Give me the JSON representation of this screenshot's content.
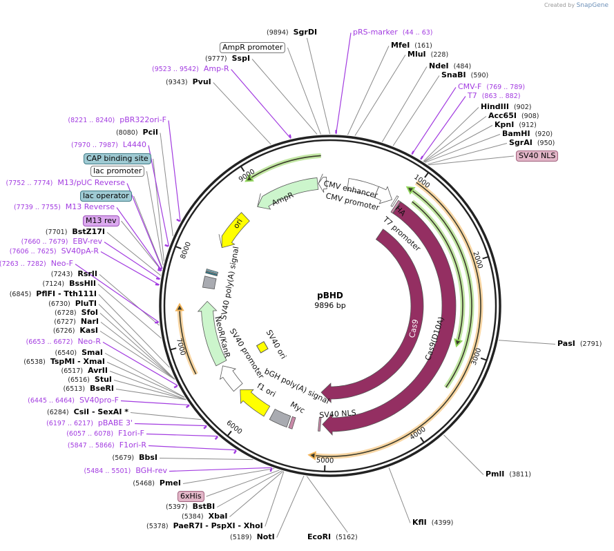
{
  "brand": {
    "created_by": "Created by",
    "name": "SnapGene"
  },
  "plasmid": {
    "name": "pBHD",
    "length_label": "9896 bp",
    "length": 9896
  },
  "ring_ticks": [
    1000,
    2000,
    3000,
    4000,
    5000,
    6000,
    7000,
    8000,
    9000
  ],
  "colors": {
    "primer": "#a23be0",
    "cas9": "#942f62",
    "orange": "#f2b45a",
    "green": "#8fd45a",
    "enzyme_line": "#888888"
  },
  "labels": [
    {
      "kind": "enzyme",
      "pos": "(9894)",
      "name": "SgrDI",
      "bp": 9894
    },
    {
      "kind": "primer",
      "pos": "(44 .. 63)",
      "name": "pRS-marker",
      "bp": 54
    },
    {
      "kind": "box",
      "style": "white",
      "name": "AmpR promoter",
      "bp": 9810
    },
    {
      "kind": "enzyme",
      "pos": "(9777)",
      "name": "SspI",
      "bp": 9777
    },
    {
      "kind": "enzyme",
      "pos": "(161)",
      "name": "MfeI",
      "bp": 161
    },
    {
      "kind": "enzyme",
      "pos": "(228)",
      "name": "MluI",
      "bp": 228
    },
    {
      "kind": "primer",
      "pos": "(9523 .. 9542)",
      "name": "Amp-R",
      "bp": 9532
    },
    {
      "kind": "enzyme",
      "pos": "(484)",
      "name": "NdeI",
      "bp": 484
    },
    {
      "kind": "enzyme",
      "pos": "(590)",
      "name": "SnaBI",
      "bp": 590
    },
    {
      "kind": "enzyme",
      "pos": "(9343)",
      "name": "PvuI",
      "bp": 9343
    },
    {
      "kind": "primer",
      "pos": "(769 .. 789)",
      "name": "CMV-F",
      "bp": 779
    },
    {
      "kind": "primer",
      "pos": "(863 .. 882)",
      "name": "T7",
      "bp": 872
    },
    {
      "kind": "enzyme",
      "pos": "(902)",
      "name": "HindIII",
      "bp": 902
    },
    {
      "kind": "enzyme",
      "pos": "(908)",
      "name": "Acc65I",
      "bp": 908
    },
    {
      "kind": "enzyme",
      "pos": "(912)",
      "name": "KpnI",
      "bp": 912
    },
    {
      "kind": "enzyme",
      "pos": "(920)",
      "name": "BamHI",
      "bp": 920
    },
    {
      "kind": "enzyme",
      "pos": "(950)",
      "name": "SgrAI",
      "bp": 950
    },
    {
      "kind": "box",
      "style": "pink",
      "name": "SV40 NLS",
      "bp": 960
    },
    {
      "kind": "enzyme",
      "pos": "(2791)",
      "name": "PasI",
      "bp": 2791
    },
    {
      "kind": "enzyme",
      "pos": "(3811)",
      "name": "PmlI",
      "bp": 3811
    },
    {
      "kind": "enzyme",
      "pos": "(4399)",
      "name": "KflI",
      "bp": 4399
    },
    {
      "kind": "enzyme",
      "pos": "(5162)",
      "name": "EcoRI",
      "bp": 5162
    },
    {
      "kind": "enzyme",
      "pos": "(5189)",
      "name": "NotI",
      "bp": 5189
    },
    {
      "kind": "enzyme",
      "pos": "(5378)",
      "name": "PaeR7I  - PspXI  - XhoI",
      "bp": 5378
    },
    {
      "kind": "enzyme",
      "pos": "(5384)",
      "name": "XbaI",
      "bp": 5384
    },
    {
      "kind": "enzyme",
      "pos": "(5397)",
      "name": "BstBI",
      "bp": 5397
    },
    {
      "kind": "box",
      "style": "pink",
      "name": "6xHis",
      "bp": 5420
    },
    {
      "kind": "enzyme",
      "pos": "(5468)",
      "name": "PmeI",
      "bp": 5468
    },
    {
      "kind": "primer",
      "pos": "(5484 .. 5501)",
      "name": "BGH-rev",
      "bp": 5492
    },
    {
      "kind": "enzyme",
      "pos": "(5679)",
      "name": "BbsI",
      "bp": 5679
    },
    {
      "kind": "primer",
      "pos": "(5847 .. 5866)",
      "name": "F1ori-R",
      "bp": 5856
    },
    {
      "kind": "primer",
      "pos": "(6057 .. 6078)",
      "name": "F1ori-F",
      "bp": 6067
    },
    {
      "kind": "primer",
      "pos": "(6197 .. 6217)",
      "name": "pBABE 3'",
      "bp": 6207
    },
    {
      "kind": "enzyme",
      "pos": "(6284)",
      "name": "CsiI  - SexAI *",
      "bp": 6284
    },
    {
      "kind": "primer",
      "pos": "(6445 .. 6464)",
      "name": "SV40pro-F",
      "bp": 6454
    },
    {
      "kind": "enzyme",
      "pos": "(6513)",
      "name": "BseRI",
      "bp": 6513
    },
    {
      "kind": "enzyme",
      "pos": "(6516)",
      "name": "StuI",
      "bp": 6516
    },
    {
      "kind": "enzyme",
      "pos": "(6517)",
      "name": "AvrII",
      "bp": 6517
    },
    {
      "kind": "enzyme",
      "pos": "(6538)",
      "name": "TspMI  - XmaI",
      "bp": 6538
    },
    {
      "kind": "enzyme",
      "pos": "(6540)",
      "name": "SmaI",
      "bp": 6540
    },
    {
      "kind": "primer",
      "pos": "(6653 .. 6672)",
      "name": "Neo-R",
      "bp": 6662
    },
    {
      "kind": "enzyme",
      "pos": "(6726)",
      "name": "KasI",
      "bp": 6726
    },
    {
      "kind": "enzyme",
      "pos": "(6727)",
      "name": "NarI",
      "bp": 6727
    },
    {
      "kind": "enzyme",
      "pos": "(6728)",
      "name": "SfoI",
      "bp": 6728
    },
    {
      "kind": "enzyme",
      "pos": "(6730)",
      "name": "PluTI",
      "bp": 6730
    },
    {
      "kind": "enzyme",
      "pos": "(6845)",
      "name": "PflFI  - Tth111I",
      "bp": 6845
    },
    {
      "kind": "enzyme",
      "pos": "(7124)",
      "name": "BssHII",
      "bp": 7124
    },
    {
      "kind": "enzyme",
      "pos": "(7243)",
      "name": "RsrII",
      "bp": 7243
    },
    {
      "kind": "primer",
      "pos": "(7263 .. 7282)",
      "name": "Neo-F",
      "bp": 7272
    },
    {
      "kind": "primer",
      "pos": "(7606 .. 7625)",
      "name": "SV40pA-R",
      "bp": 7615
    },
    {
      "kind": "primer",
      "pos": "(7660 .. 7679)",
      "name": "EBV-rev",
      "bp": 7669
    },
    {
      "kind": "enzyme",
      "pos": "(7701)",
      "name": "BstZ17I",
      "bp": 7701
    },
    {
      "kind": "box",
      "style": "purple",
      "name": "M13 rev",
      "bp": 7745
    },
    {
      "kind": "primer",
      "pos": "(7739 .. 7755)",
      "name": "M13 Reverse",
      "bp": 7747
    },
    {
      "kind": "box",
      "style": "teal",
      "name": "lac operator",
      "bp": 7770
    },
    {
      "kind": "primer",
      "pos": "(7752 .. 7774)",
      "name": "M13/pUC Reverse",
      "bp": 7763
    },
    {
      "kind": "box",
      "style": "white",
      "name": "lac promoter",
      "bp": 7800
    },
    {
      "kind": "box",
      "style": "teal",
      "name": "CAP binding site",
      "bp": 7835
    },
    {
      "kind": "primer",
      "pos": "(7970 .. 7987)",
      "name": "L4440",
      "bp": 7978
    },
    {
      "kind": "enzyme",
      "pos": "(8080)",
      "name": "PciI",
      "bp": 8080
    },
    {
      "kind": "primer",
      "pos": "(8221 .. 8240)",
      "name": "pBR322ori-F",
      "bp": 8230
    }
  ],
  "features": [
    {
      "name": "AmpR promoter",
      "start": 9745,
      "end": 9850,
      "track": "middle",
      "shape": "block",
      "dir": "ccw",
      "color": "#ffffff"
    },
    {
      "name": "AmpR",
      "start": 8900,
      "end": 9735,
      "track": "middle",
      "shape": "block",
      "dir": "ccw",
      "color": "#ccf5cc"
    },
    {
      "name": "ori",
      "start": 8200,
      "end": 8700,
      "track": "middle",
      "shape": "block",
      "dir": "ccw",
      "color": "#ffff00"
    },
    {
      "name": "CMV enhancer",
      "start": 230,
      "end": 610,
      "track": "middle",
      "shape": "block",
      "dir": "none",
      "color": "#ffffff"
    },
    {
      "name": "CMV promoter",
      "start": 610,
      "end": 830,
      "track": "middle",
      "shape": "block",
      "dir": "cw",
      "color": "#ffffff"
    },
    {
      "name": "T7 promoter",
      "start": 860,
      "end": 880,
      "track": "middle",
      "shape": "block",
      "dir": "none",
      "color": "#ffffff"
    },
    {
      "name": "HA",
      "start": 905,
      "end": 935,
      "track": "d10a",
      "shape": "block",
      "dir": "none",
      "color": "#c98aa8"
    },
    {
      "name": "Cas9",
      "start": 950,
      "end": 5110,
      "track": "inner",
      "shape": "block",
      "dir": "cw",
      "color": "#942f62"
    },
    {
      "name": "Cas9(D10A)",
      "start": 940,
      "end": 5050,
      "track": "d10a",
      "shape": "block",
      "dir": "cw",
      "color": "#942f62"
    },
    {
      "name": "SV40 NLS",
      "start": 5075,
      "end": 5100,
      "track": "d10a",
      "shape": "block",
      "dir": "none",
      "color": "#c98aa8"
    },
    {
      "name": "Myc",
      "start": 5420,
      "end": 5465,
      "track": "middle",
      "shape": "block",
      "dir": "none",
      "color": "#c98aa8"
    },
    {
      "name": "bGH poly(A) signal",
      "start": 5490,
      "end": 5720,
      "track": "middle",
      "shape": "block",
      "dir": "none",
      "color": "#a9abb1"
    },
    {
      "name": "f1 ori",
      "start": 5800,
      "end": 6240,
      "track": "middle",
      "shape": "block",
      "dir": "cw",
      "color": "#ffff00"
    },
    {
      "name": "SV40 promoter",
      "start": 6280,
      "end": 6620,
      "track": "middle",
      "shape": "block",
      "dir": "cw",
      "color": "#ffffff"
    },
    {
      "name": "NeoR/KanR",
      "start": 6660,
      "end": 7480,
      "track": "middle",
      "shape": "block",
      "dir": "cw",
      "color": "#ccf5cc"
    },
    {
      "name": "SV40 poly(A) signal",
      "start": 7650,
      "end": 7790,
      "track": "middle",
      "shape": "block",
      "dir": "none",
      "color": "#a9abb1"
    },
    {
      "name": "SV40 ori",
      "start": 6520,
      "end": 6600,
      "track": "core",
      "shape": "block",
      "dir": "none",
      "color": "#ffff00"
    },
    {
      "name": "lac operator",
      "start": 7830,
      "end": 7850,
      "track": "middle",
      "shape": "block",
      "dir": "none",
      "color": "#2f7a8a"
    },
    {
      "name": "CAP binding site",
      "start": 7860,
      "end": 7880,
      "track": "middle",
      "shape": "block",
      "dir": "none",
      "color": "#7fb3c0"
    },
    {
      "name": "orf-top-left",
      "start": 8960,
      "end": 9800,
      "track": "outer2",
      "shape": "line",
      "dir": "ccw",
      "color": "#8fd45a"
    },
    {
      "name": "orf-right-orange",
      "start": 960,
      "end": 5170,
      "track": "outer2",
      "shape": "line",
      "dir": "cw",
      "color": "#f2b45a"
    },
    {
      "name": "orf-left-orange",
      "start": 6680,
      "end": 7440,
      "track": "outer2",
      "shape": "line",
      "dir": "cw",
      "color": "#f2b45a"
    },
    {
      "name": "orf-right-green-a",
      "start": 905,
      "end": 3440,
      "track": "outer",
      "shape": "line",
      "dir": "ccw",
      "color": "#8fd45a"
    },
    {
      "name": "orf-right-green-b",
      "start": 1050,
      "end": 2960,
      "track": "green2",
      "shape": "line",
      "dir": "cw",
      "color": "#8fd45a"
    }
  ],
  "feature_labels": [
    "AmpR",
    "CMV enhancer",
    "CMV promoter",
    "HA",
    "T7 promoter",
    "ori",
    "SV40 poly(A) signal",
    "NeoR/KanR",
    "SV40 promoter",
    "SV40 ori",
    "Cas9",
    "Cas9(D10A)",
    "bGH poly(A) signal",
    "f1 ori",
    "Myc",
    "SV40 NLS"
  ]
}
